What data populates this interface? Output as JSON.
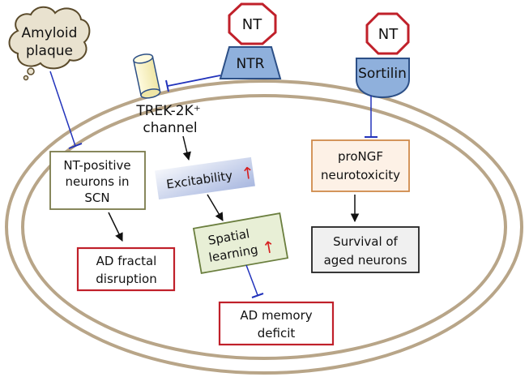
{
  "nodes": {
    "amyloid": [
      "Amyloid",
      "plaque"
    ],
    "nt_left": "NT",
    "ntr": "NTR",
    "nt_right": "NT",
    "sortilin": "Sortilin",
    "trek": [
      "TREK-2K⁺",
      "channel"
    ],
    "nt_positive": [
      "NT-positive",
      "neurons in",
      "SCN"
    ],
    "excitability": "Excitability",
    "excitability_arrow": "↑",
    "spatial": [
      "Spatial",
      "learning"
    ],
    "spatial_arrow": "↑",
    "ad_fractal": [
      "AD fractal",
      "disruption"
    ],
    "ad_memory": [
      "AD memory",
      "deficit"
    ],
    "prongf": [
      "proNGF",
      "neurotoxicity"
    ],
    "survival": [
      "Survival of",
      "aged neurons"
    ]
  },
  "colors": {
    "cell_membrane": "#b8a588",
    "inhibit_line": "#2233bb",
    "nt_fill": "#ffffff",
    "nt_stroke": "#c0202a",
    "receptor_fill": "#8fb0dc",
    "receptor_stroke": "#2c4f86",
    "box_red_stroke": "#c0202a",
    "box_olive_stroke": "#7a7a4a",
    "box_green_fill": "#e8efd6",
    "box_green_stroke": "#6b7f3f",
    "box_orange_fill": "#fdf1e6",
    "box_orange_stroke": "#d08a4a",
    "box_gray_fill": "#f0f0f0",
    "box_gray_stroke": "#222222",
    "excitability_gradient": [
      "#f4f6fb",
      "#a9b8e0"
    ],
    "amyloid_fill": "#e9e2cf",
    "amyloid_stroke": "#5a4a2a",
    "channel_fill": "#fbf6c8",
    "channel_stroke": "#2c4f86",
    "up_arrow": "#d62020"
  }
}
